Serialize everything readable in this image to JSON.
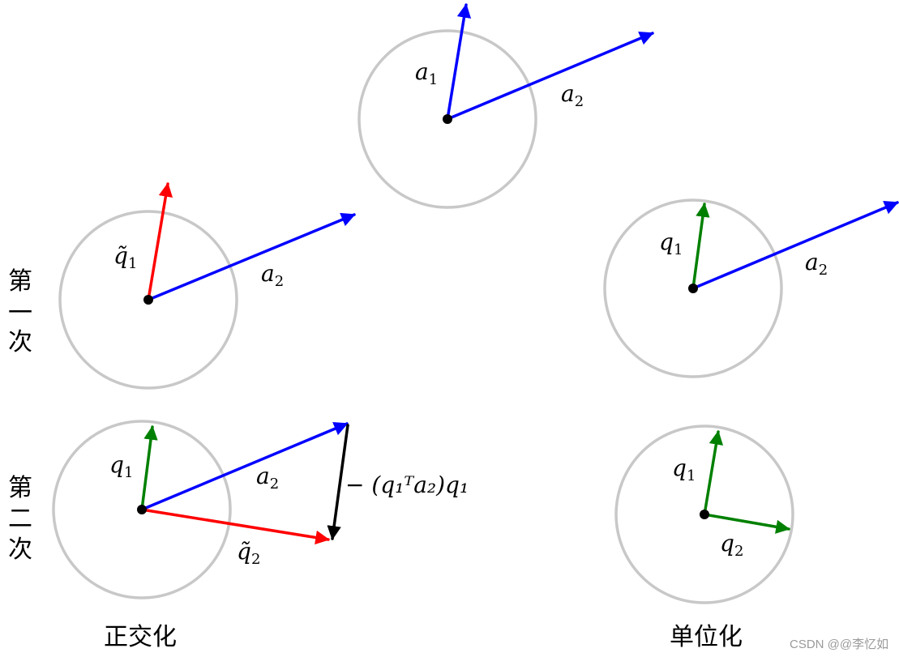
{
  "labels": {
    "a1": {
      "base": "a",
      "sub": "1"
    },
    "a2": {
      "base": "a",
      "sub": "2"
    },
    "q1_tilde": {
      "base": "q̃",
      "sub": "1"
    },
    "q1": {
      "base": "q",
      "sub": "1"
    },
    "q2_tilde": {
      "base": "q̃",
      "sub": "2"
    },
    "q2": {
      "base": "q",
      "sub": "2"
    },
    "projection": "− (q₁ᵀa₂)q₁"
  },
  "row_labels": {
    "first": [
      "第",
      "一",
      "次"
    ],
    "second": [
      "第",
      "二",
      "次"
    ]
  },
  "column_captions": {
    "orthogonalize": "正交化",
    "normalize": "单位化"
  },
  "watermark": "CSDN @@李忆如",
  "colors": {
    "a_vector": "#0000ff",
    "q_tilde_vector": "#ff0000",
    "q_vector": "#008000",
    "projection_vector": "#000000",
    "circle": "#c8c8c8"
  }
}
